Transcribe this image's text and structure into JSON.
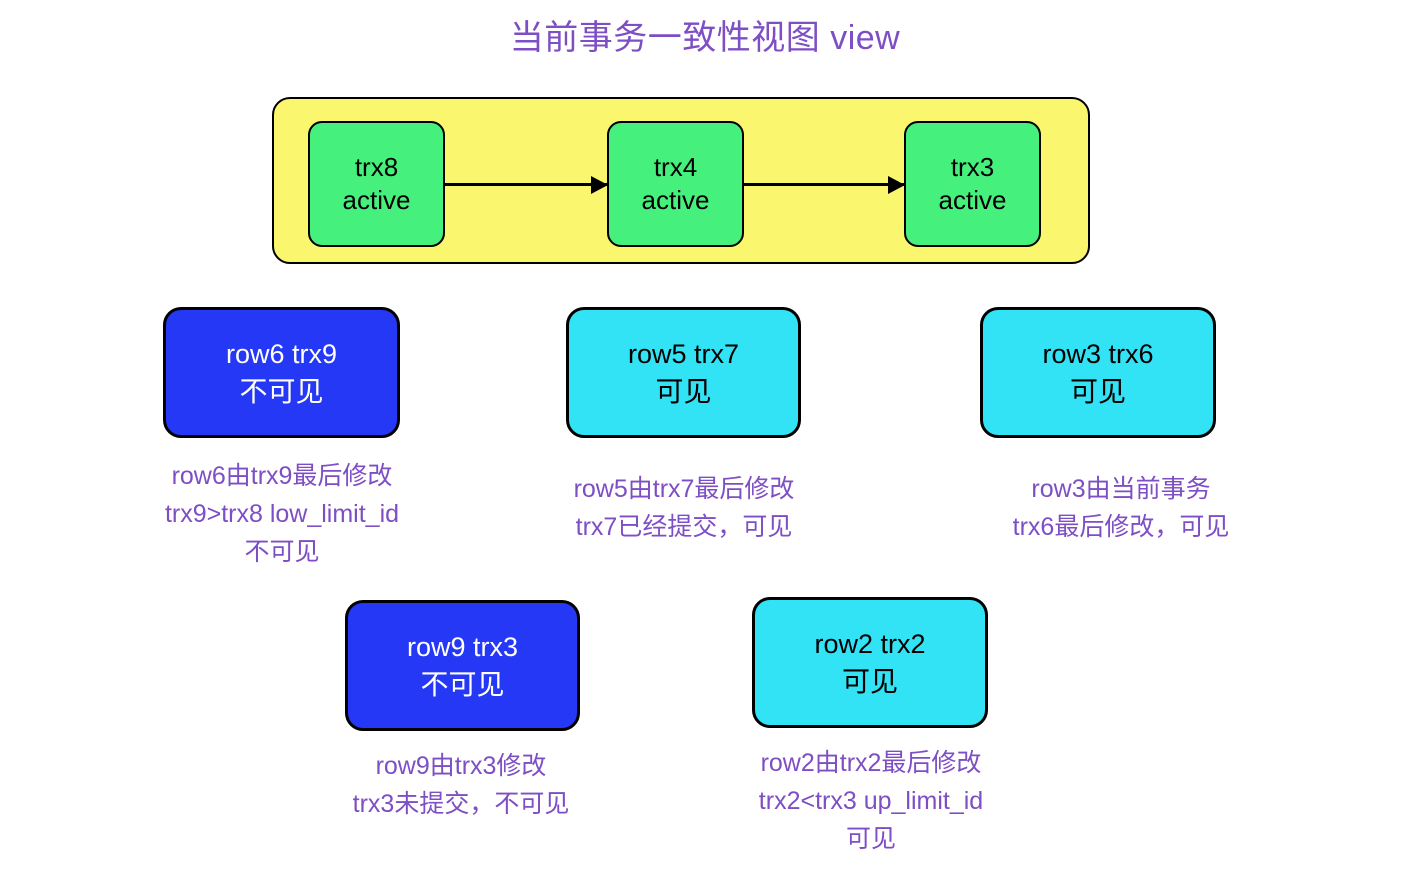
{
  "page": {
    "title": "当前事务一致性视图 view",
    "background": "#ffffff"
  },
  "colors": {
    "title_purple": "#7d4ec4",
    "caption_purple": "#7d4ec4",
    "view_group_yellow": "#faf76e",
    "active_trx_green": "#45f07c",
    "visible_cyan": "#32e2f5",
    "invisible_blue": "#2438f5",
    "outline_black": "#000000"
  },
  "view_group": {
    "name": "consistent-read-view",
    "transactions": [
      {
        "id": "trx8",
        "status": "active"
      },
      {
        "id": "trx4",
        "status": "active"
      },
      {
        "id": "trx3",
        "status": "active"
      }
    ],
    "arrows": [
      {
        "from": "trx8",
        "to": "trx4"
      },
      {
        "from": "trx4",
        "to": "trx3"
      }
    ]
  },
  "rows": [
    {
      "key": "row6",
      "card_line1": "row6 trx9",
      "card_line2": "不可见",
      "visibility": "invisible",
      "caption_lines": [
        "row6由trx9最后修改",
        "trx9>trx8 low_limit_id",
        "不可见"
      ]
    },
    {
      "key": "row5",
      "card_line1": "row5 trx7",
      "card_line2": "可见",
      "visibility": "visible",
      "caption_lines": [
        "row5由trx7最后修改",
        "trx7已经提交，可见"
      ]
    },
    {
      "key": "row3",
      "card_line1": "row3 trx6",
      "card_line2": "可见",
      "visibility": "visible",
      "caption_lines": [
        "row3由当前事务",
        "trx6最后修改，可见"
      ]
    },
    {
      "key": "row9",
      "card_line1": "row9 trx3",
      "card_line2": "不可见",
      "visibility": "invisible",
      "caption_lines": [
        "row9由trx3修改",
        "trx3未提交，不可见"
      ]
    },
    {
      "key": "row2",
      "card_line1": "row2 trx2",
      "card_line2": "可见",
      "visibility": "visible",
      "caption_lines": [
        "row2由trx2最后修改",
        "trx2<trx3 up_limit_id",
        "可见"
      ]
    }
  ]
}
